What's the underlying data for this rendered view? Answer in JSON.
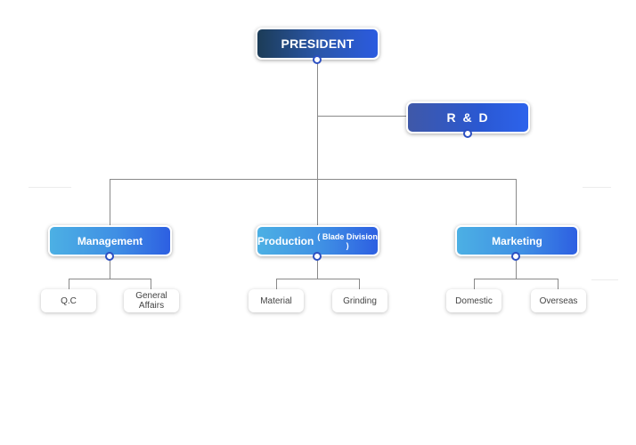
{
  "chart": {
    "president": "PRESIDENT",
    "rd": "R & D",
    "departments": [
      {
        "title": "Management",
        "note": "",
        "children": [
          "Q.C",
          "General\nAffairs"
        ]
      },
      {
        "title": "Production",
        "note": "( Blade Division )",
        "children": [
          "Material",
          "Grinding"
        ]
      },
      {
        "title": "Marketing",
        "note": "",
        "children": [
          "Domestic",
          "Overseas"
        ]
      }
    ]
  },
  "colors": {
    "president_start": "#1c3c57",
    "president_end": "#2b5be0",
    "rd_end": "#2d63ec",
    "department_start": "#4cb0e4",
    "department_end": "#2d5fe2",
    "connector": "#8a8a8a",
    "leaf_text": "#444444"
  }
}
